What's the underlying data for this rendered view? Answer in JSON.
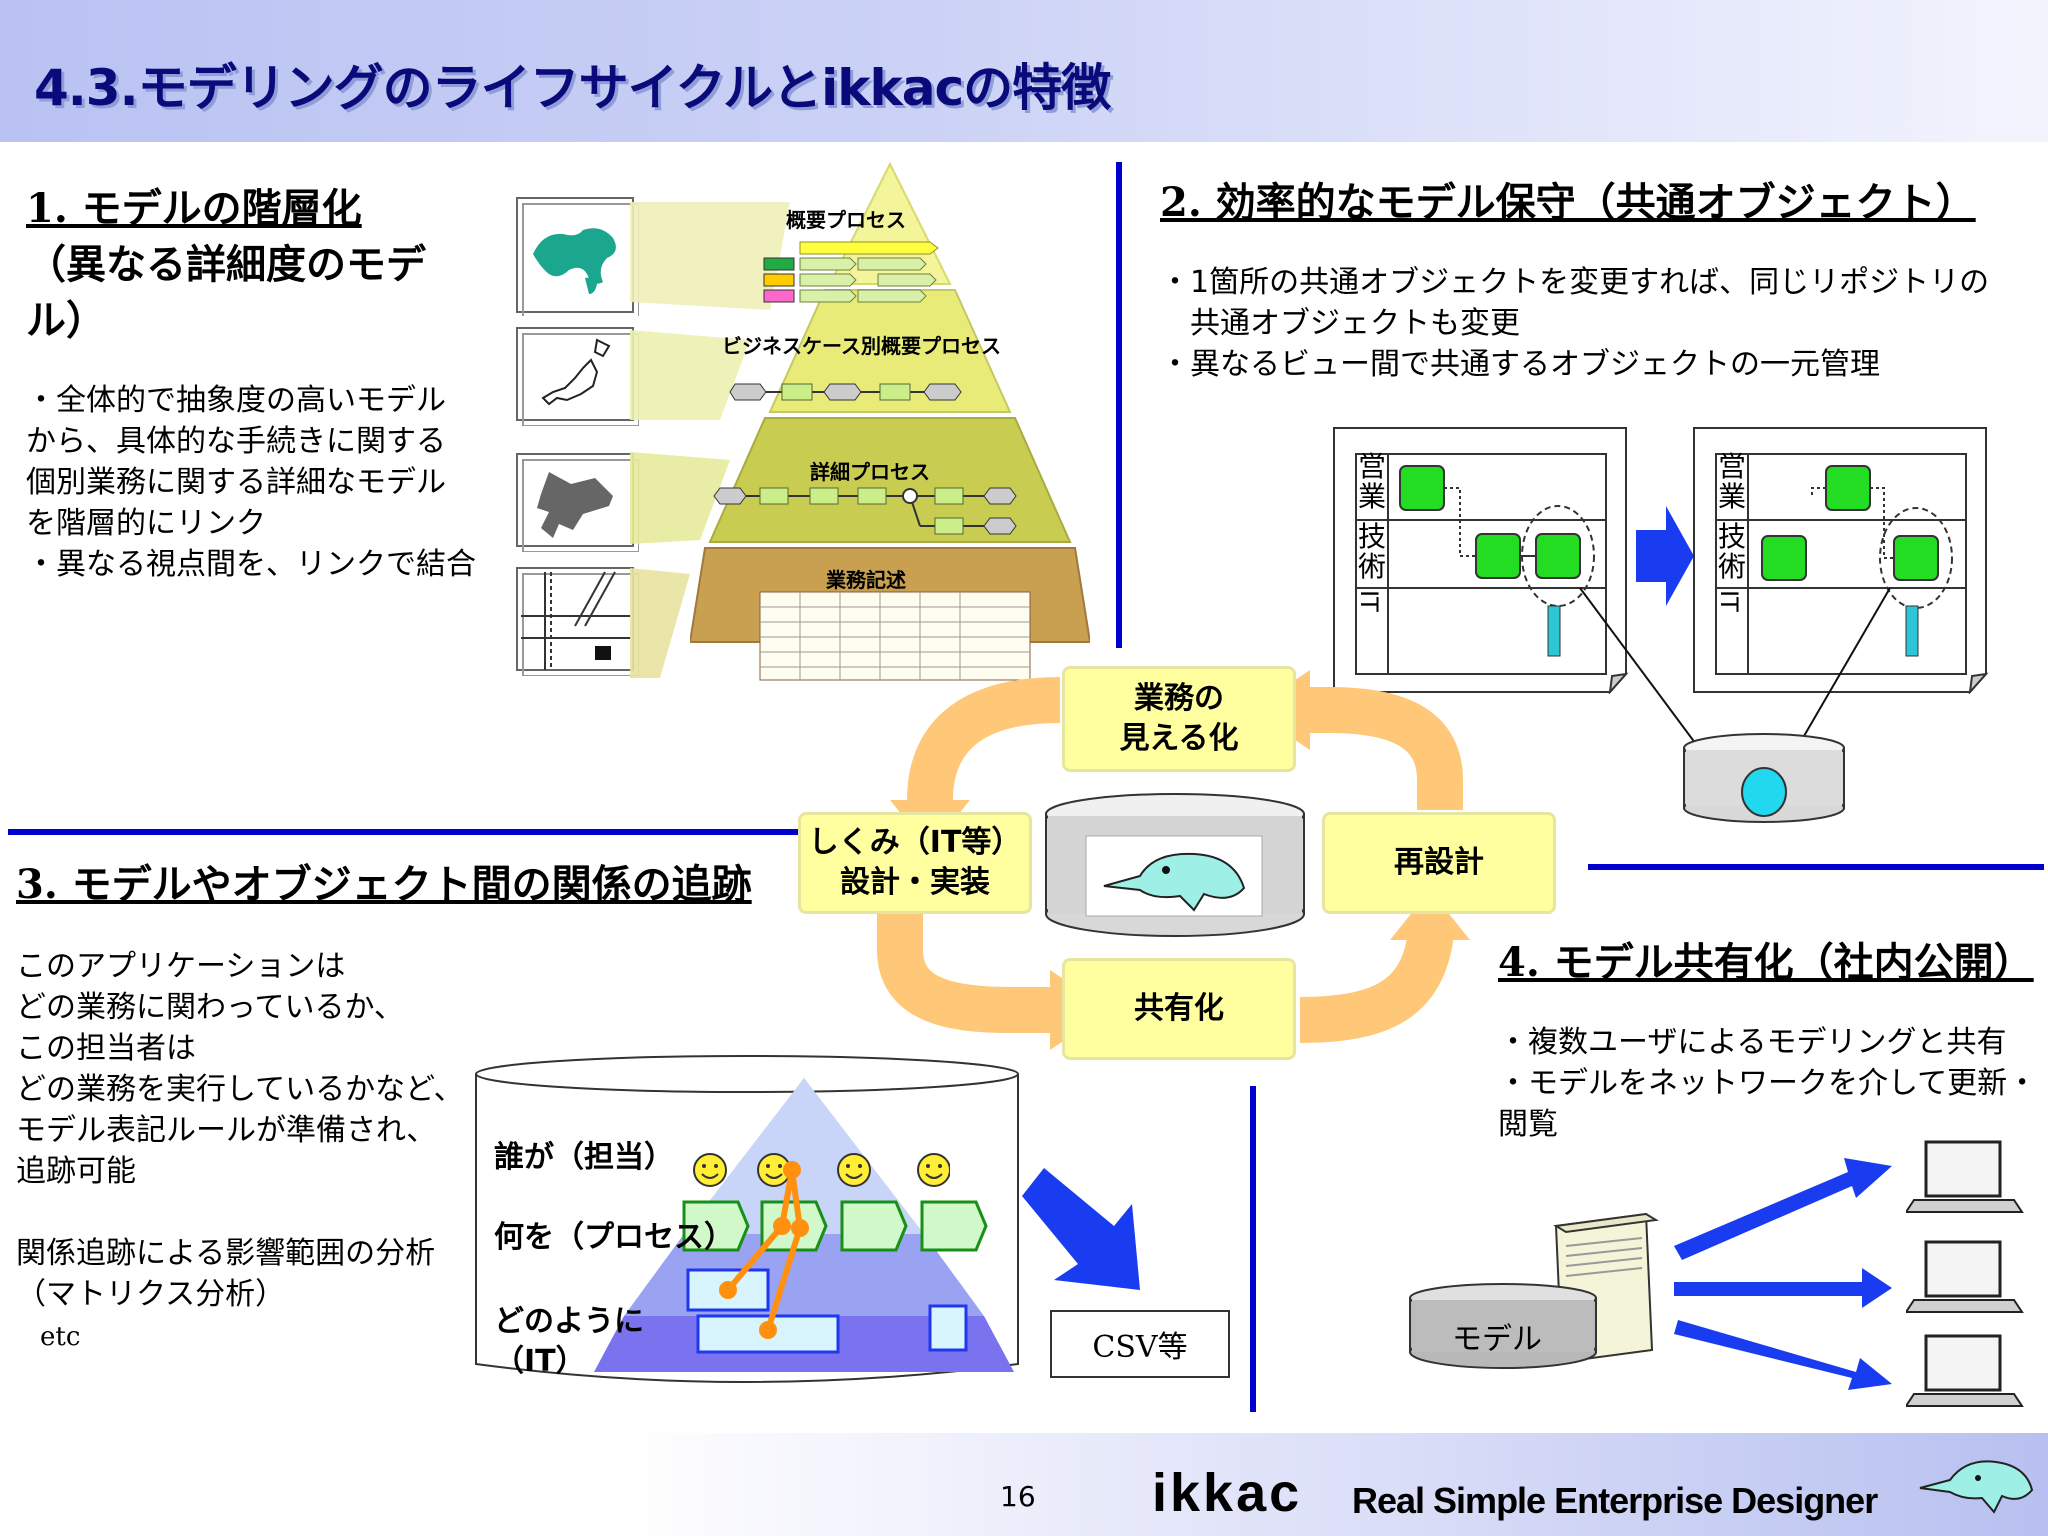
{
  "slide_title": "4.3.モデリングのライフサイクルとikkacの特徴",
  "sec1": {
    "title_line1": "1. モデルの階層化",
    "title_line2": "（異なる詳細度のモデ",
    "title_line3": "ル）",
    "body": "・全体的で抽象度の高いモデル\nから、具体的な手続きに関する\n個別業務に関する詳細なモデル\nを階層的にリンク\n・異なる視点間を、リンクで結合",
    "levels": [
      "概要プロセス",
      "ビジネスケース別概要プロセス",
      "詳細プロセス",
      "業務記述"
    ]
  },
  "sec2": {
    "title": "2. 効率的なモデル保守（共通オブジェクト）",
    "body": "・1箇所の共通オブジェクトを変更すれば、同じリポジトリの\n　共通オブジェクトも変更\n・異なるビュー間で共通するオブジェクトの一元管理",
    "lanes": [
      "営業",
      "技術",
      "IT"
    ]
  },
  "cycle": {
    "visualize": "業務の\n見える化",
    "redesign": "再設計",
    "share": "共有化",
    "implement": "しくみ（IT等）\n設計・実装"
  },
  "sec3": {
    "title": "3. モデルやオブジェクト間の関係の追跡",
    "body": "このアプリケーションは\nどの業務に関わっているか、\nこの担当者は\nどの業務を実行しているかなど、\nモデル表記ルールが準備され、\n追跡可能\n\n関係追跡による影響範囲の分析\n（マトリクス分析）",
    "etc": "etc",
    "who": "誰が（担当）",
    "what": "何を（プロセス）",
    "how": "どのように\n（IT）",
    "csv": "CSV等"
  },
  "sec4": {
    "title": "4. モデル共有化（社内公開）",
    "body": "・複数ユーザによるモデリングと共有\n・モデルをネットワークを介して更新・\n閲覧",
    "model_label": "モデル"
  },
  "footer": {
    "page": "16",
    "brand": "ikkac",
    "tagline": "Real Simple Enterprise Designer"
  },
  "colors": {
    "title": "#0a0a7a",
    "divider": "#0000d0",
    "cycle_arrow": "#ffc878",
    "cycle_box": "#ffffa0",
    "node_green": "#22dd22"
  }
}
